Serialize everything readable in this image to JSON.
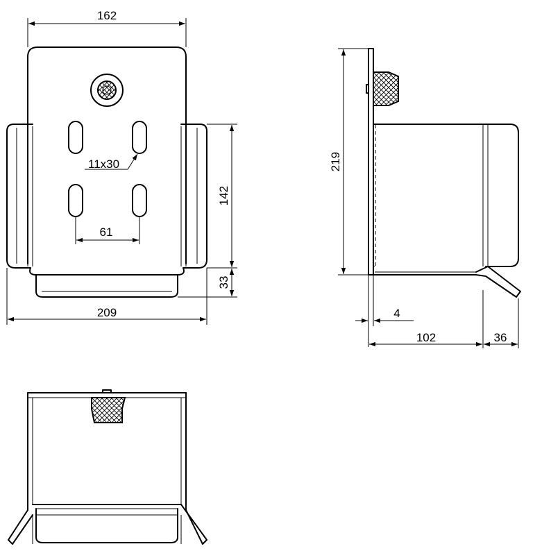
{
  "dimensions": {
    "top_width": "162",
    "slot_size": "11x30",
    "side_height": "142",
    "slot_spacing": "61",
    "bottom_height": "33",
    "total_width": "209",
    "total_height": "219",
    "thickness": "4",
    "depth": "102",
    "lip": "36"
  },
  "colors": {
    "line": "#000000",
    "background": "#ffffff"
  }
}
